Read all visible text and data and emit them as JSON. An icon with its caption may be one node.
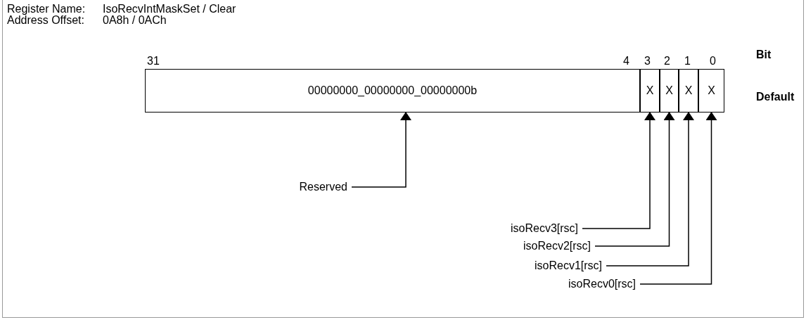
{
  "diagram": {
    "nodes": [
      {
        "text": [
          "00000000_00000000_00000000b"
        ]
      },
      {
        "text": [
          "X"
        ]
      },
      {
        "text": [
          "X"
        ]
      },
      {
        "text": [
          "X"
        ]
      },
      {
        "text": [
          "X"
        ]
      },
      {
        "text": [
          "Reserved"
        ]
      },
      {
        "text": [
          "isoRecv3[rsc]"
        ]
      },
      {
        "text": [
          "isoRecv2[rsc]"
        ]
      },
      {
        "text": [
          "isoRecv1[rsc]"
        ]
      },
      {
        "text": [
          "isoRecv0[rsc]"
        ]
      }
    ],
    "edges": [
      {
        "from": 5,
        "to": 0,
        "arrow": "to"
      },
      {
        "from": 6,
        "to": 1,
        "arrow": "to"
      },
      {
        "from": 7,
        "to": 2,
        "arrow": "to"
      },
      {
        "from": 8,
        "to": 3,
        "arrow": "to"
      },
      {
        "from": 9,
        "to": 4,
        "arrow": "to"
      }
    ],
    "labels": [
      "Register Name:",
      "IsoRecvIntMaskSet / Clear",
      "Address Offset:",
      "0A8h / 0ACh",
      "31",
      "4",
      "3",
      "2",
      "1",
      "0",
      "Bit",
      "Default"
    ]
  }
}
